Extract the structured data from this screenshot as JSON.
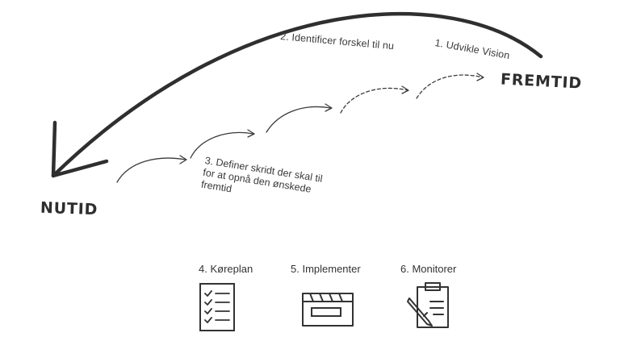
{
  "labels": {
    "nutid": "NUTID",
    "fremtid": "FREMTID",
    "step1": "1. Udvikle Vision",
    "step2": "2. Identificer forskel til nu",
    "step3_line1": "3. Definer skridt der skal til",
    "step3_line2": "for at opnå den ønskede",
    "step3_line3": "fremtid"
  },
  "steps": [
    {
      "label": "4. Køreplan",
      "icon": "checklist-icon"
    },
    {
      "label": "5. Implementer",
      "icon": "clapperboard-icon"
    },
    {
      "label": "6. Monitorer",
      "icon": "clipboard-pencil-icon"
    }
  ],
  "colors": {
    "stroke": "#2f2f2f",
    "text": "#333333"
  }
}
